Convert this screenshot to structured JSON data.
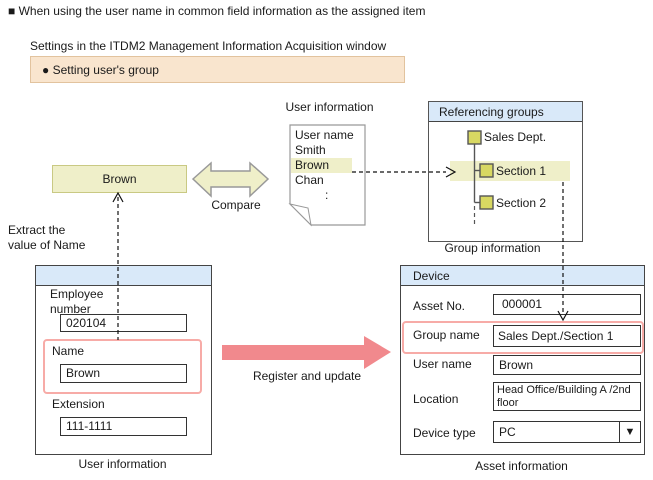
{
  "colors": {
    "header_blue": "#D9E9F9",
    "highlight_yellow": "#EFEFC9",
    "tree_square_fill": "#D8D862",
    "peach_bg": "#F9E5CE",
    "peach_border": "#E2C39E",
    "pink_arrow": "#F1898D",
    "red_highlight_border": "#F7ABA7"
  },
  "title": "■ When using the user name in common field information as the assigned item",
  "subtitle": "Settings in the ITDM2 Management Information Acquisition window",
  "setting_box": {
    "label": "● Setting user's group"
  },
  "user_list": {
    "title": "User information",
    "lines": [
      "User name",
      "Smith",
      "Brown",
      "Chan",
      ":"
    ]
  },
  "referencing_groups": {
    "header": "Referencing groups",
    "items": [
      "Sales Dept.",
      "Section 1",
      "Section 2"
    ],
    "caption": "Group information"
  },
  "brown_tag": "Brown",
  "compare_label": "Compare",
  "extract_label": "Extract the value of Name",
  "register_label": "Register and update",
  "user_form": {
    "caption": "User information",
    "fields": [
      {
        "label": "Employee number",
        "value": "020104"
      },
      {
        "label": "Name",
        "value": "Brown"
      },
      {
        "label": "Extension",
        "value": "111-1111"
      }
    ]
  },
  "asset_form": {
    "header": "Device",
    "caption": "Asset information",
    "fields": [
      {
        "label": "Asset No.",
        "value": "000001"
      },
      {
        "label": "Group name",
        "value": "Sales Dept./Section 1"
      },
      {
        "label": "User name",
        "value": "Brown"
      },
      {
        "label": "Location",
        "value": "Head Office/Building A /2nd floor"
      },
      {
        "label": "Device type",
        "value": "PC"
      }
    ],
    "dropdown_icon": "▼"
  }
}
